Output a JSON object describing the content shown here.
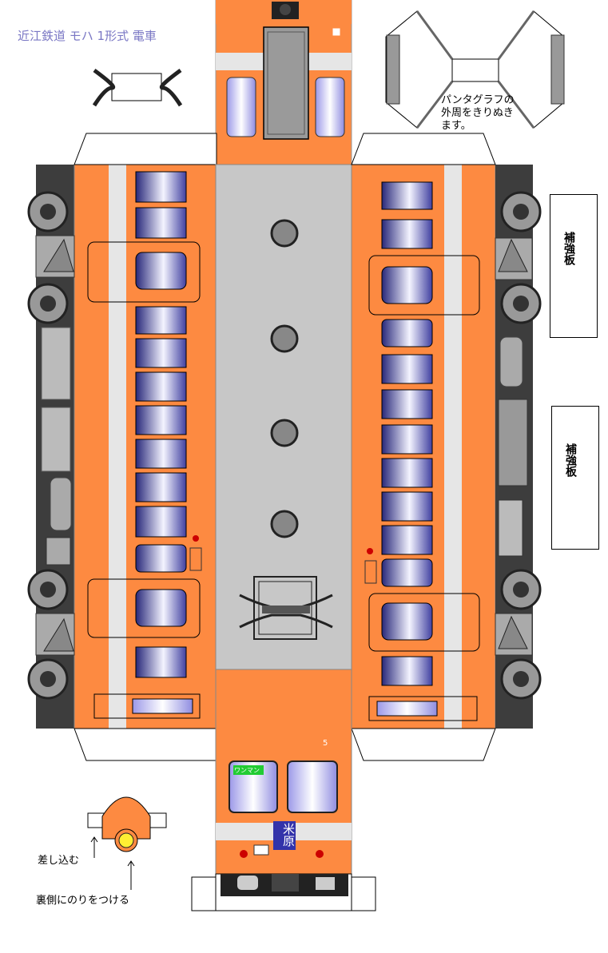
{
  "title": "近江鉄道 モハ 1形式 電車",
  "pantograph_note": [
    "パンタグラフの",
    "外周をきりぬき",
    "ます。"
  ],
  "insert_label": "差し込む",
  "glue_label": "裏側にのりをつける",
  "reinforcement_label_1": "補強板",
  "reinforcement_label_2": "補強板",
  "front_destination": "米原",
  "front_sign": "ワンマン",
  "car_number_small": "5",
  "colors": {
    "body_orange": "#fd8a41",
    "roof_gray": "#c7c7c7",
    "window_blue": "#2f2f8f",
    "underfloor_dark": "#3d3d3d",
    "stripe_white": "#e6e6e6",
    "title_color": "#7a77c4"
  }
}
